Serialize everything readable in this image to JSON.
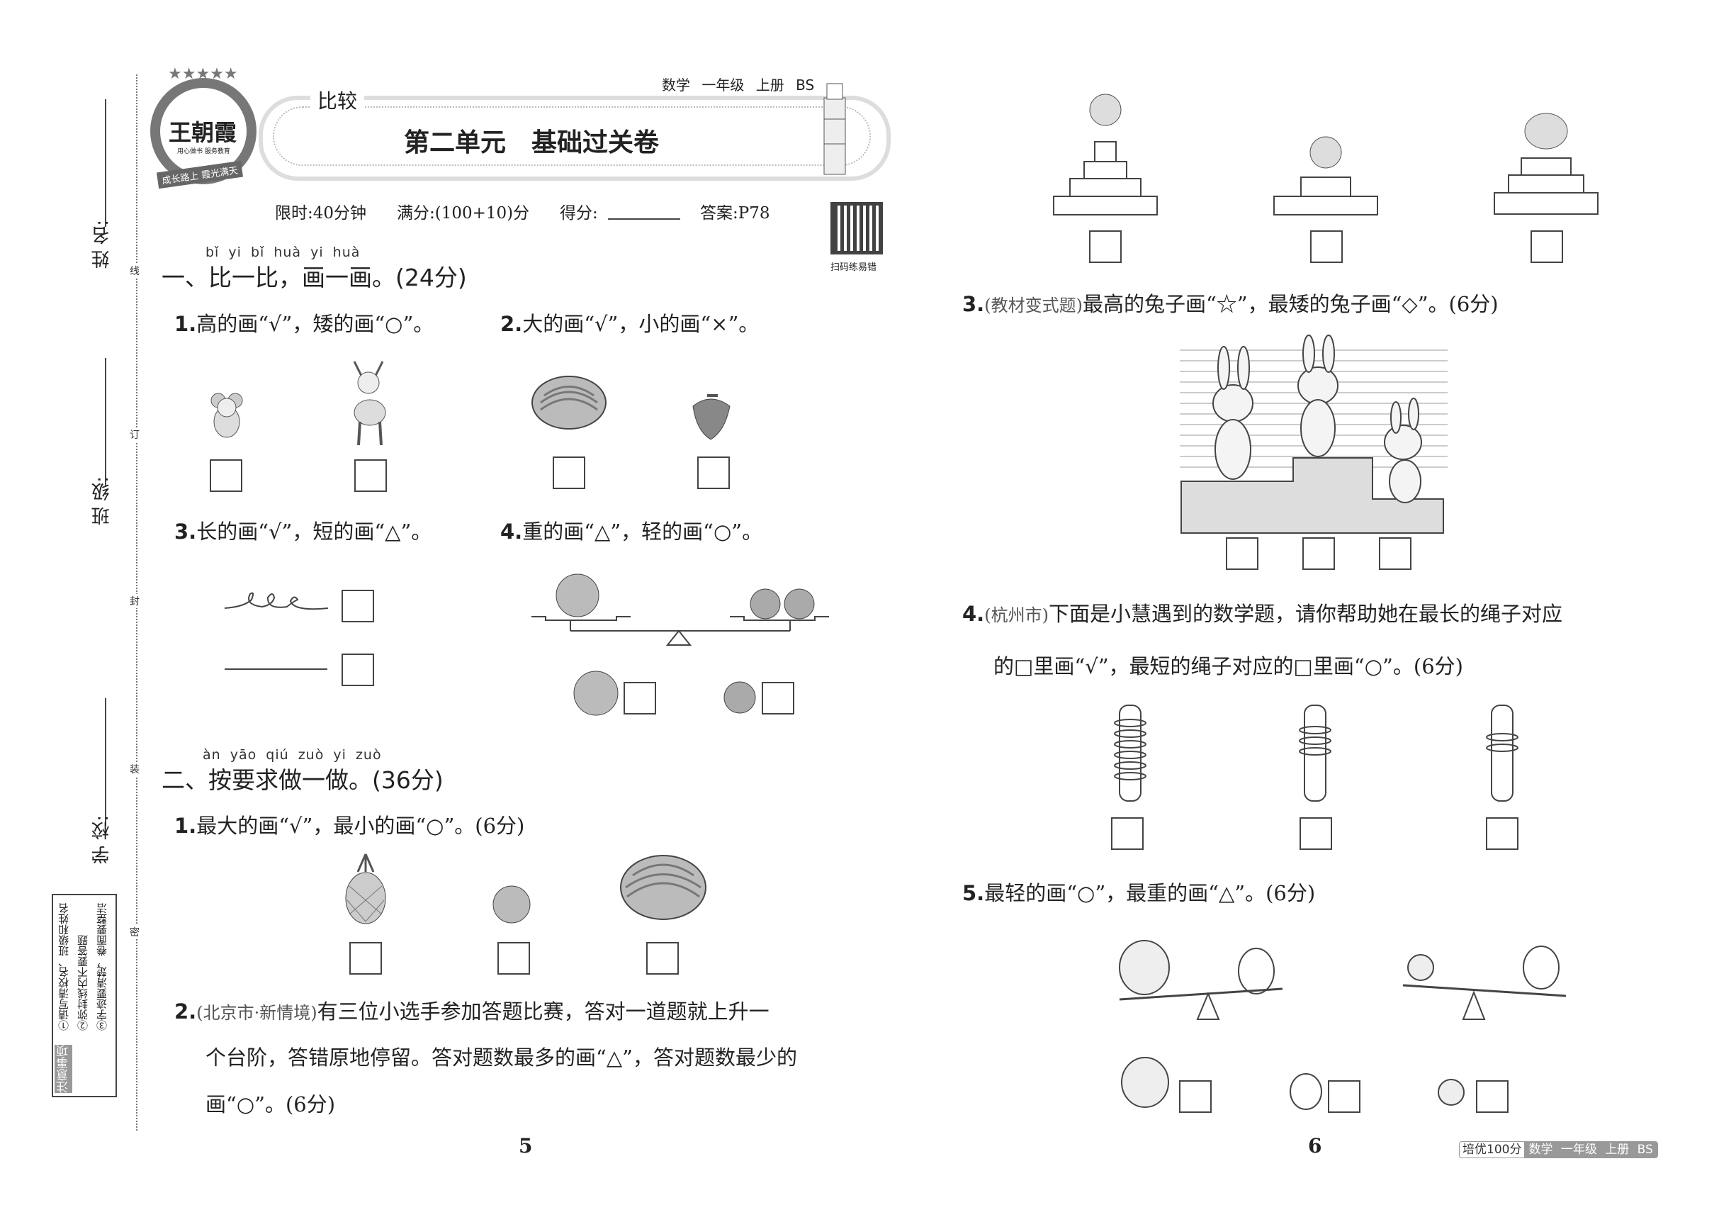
{
  "left_margin": {
    "name_label": "姓 名:",
    "class_label": "班 级:",
    "school_label": "学 校:",
    "cut_marks": [
      "线",
      "订",
      "封",
      "装",
      "密"
    ],
    "notes": {
      "title": "注意事项",
      "items": [
        "①请写清校名、班级和姓名",
        "②弥封线内不要答题",
        "③字迹要清楚，卷面要整洁"
      ]
    }
  },
  "logo": {
    "brand": "王朝霞",
    "tagline": "用心做书 服务教育",
    "ribbon": "成长路上 霞光满天"
  },
  "header": {
    "topic": "比较",
    "subject_info": "数学 一年级 上册 BS",
    "title": "第二单元　基础过关卷",
    "time_limit": "限时:40分钟",
    "full_score": "满分:(100+10)分",
    "score_label": "得分:",
    "answer": "答案:P78",
    "qr_caption": "扫码练易错"
  },
  "section1": {
    "pinyin": "bǐ yi bǐ  huà yi huà",
    "title": "一、比一比，画一画。(24分)",
    "q1": {
      "num": "1.",
      "text": "高的画“√”，矮的画“○”。"
    },
    "q2": {
      "num": "2.",
      "text": "大的画“√”，小的画“×”。"
    },
    "q3": {
      "num": "3.",
      "text": "长的画“√”，短的画“△”。"
    },
    "q4": {
      "num": "4.",
      "text": "重的画“△”，轻的画“○”。"
    }
  },
  "section2": {
    "pinyin": "àn yāo qiú zuò yi zuò",
    "title": "二、按要求做一做。(36分)",
    "q1": {
      "num": "1.",
      "text": "最大的画“√”，最小的画“○”。(6分)"
    },
    "q2": {
      "num": "2.",
      "source": "(北京市·新情境)",
      "line1": "有三位小选手参加答题比赛，答对一道题就上升一",
      "line2": "个台阶，答错原地停留。答对题数最多的画“△”，答对题数最少的",
      "line3": "画“○”。(6分)"
    },
    "q3": {
      "num": "3.",
      "source": "(教材变式题)",
      "text": "最高的兔子画“☆”，最矮的兔子画“◇”。(6分)"
    },
    "q4": {
      "num": "4.",
      "source": "(杭州市)",
      "line1": "下面是小慧遇到的数学题，请你帮助她在最长的绳子对应",
      "line2": "的□里画“√”，最短的绳子对应的□里画“○”。(6分)"
    },
    "q5": {
      "num": "5.",
      "text": "最轻的画“○”，最重的画“△”。(6分)"
    }
  },
  "page_numbers": {
    "left": "5",
    "right": "6"
  },
  "footer": {
    "brand": "培优100分",
    "info": "数学 一年级 上册 BS"
  }
}
